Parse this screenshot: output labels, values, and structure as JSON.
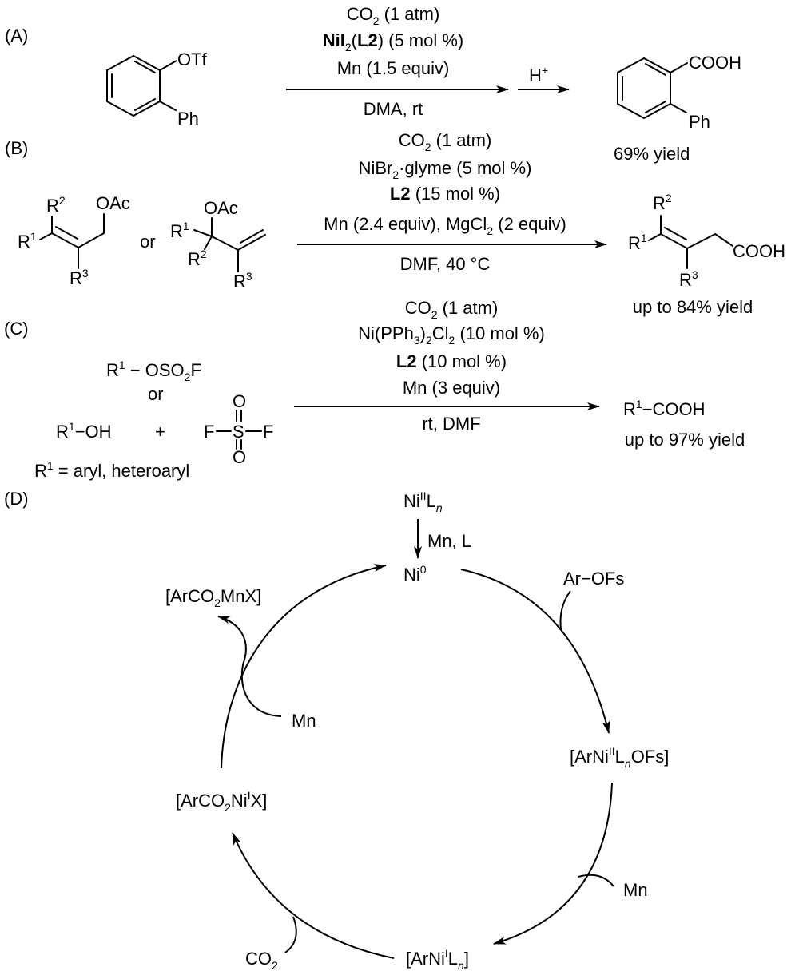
{
  "panel_a": {
    "label": [
      [
        "(A)"
      ]
    ],
    "reactant": {
      "otf": [
        [
          "OTf"
        ]
      ],
      "ph": [
        [
          "Ph"
        ]
      ]
    },
    "conditions_above": [
      [
        [
          "CO"
        ],
        [
          "2",
          "sub"
        ],
        [
          " (1 atm)"
        ]
      ],
      [
        [
          "NiI",
          "b"
        ],
        [
          "2",
          "sub"
        ],
        [
          "("
        ],
        [
          "L2",
          "b"
        ],
        [
          ") (5 mol %)"
        ]
      ],
      [
        [
          "Mn (1.5 equiv)"
        ]
      ]
    ],
    "conditions_below": [
      [
        "DMA, rt"
      ]
    ],
    "acid_workup": [
      [
        "H"
      ],
      [
        "+",
        "sup"
      ]
    ],
    "product": {
      "cooh": [
        [
          "COOH"
        ]
      ],
      "ph": [
        [
          "Ph"
        ]
      ],
      "yield": [
        [
          "69% yield"
        ]
      ]
    }
  },
  "panel_b": {
    "label": [
      [
        "(B)"
      ]
    ],
    "reactant_1": {
      "r2": [
        [
          "R"
        ],
        [
          "2",
          "sup"
        ]
      ],
      "r1": [
        [
          "R"
        ],
        [
          "1",
          "sup"
        ]
      ],
      "r3": [
        [
          "R"
        ],
        [
          "3",
          "sup"
        ]
      ],
      "oac": [
        [
          "OAc"
        ]
      ]
    },
    "or": [
      [
        "or"
      ]
    ],
    "reactant_2": {
      "oac": [
        [
          "OAc"
        ]
      ],
      "r1": [
        [
          "R"
        ],
        [
          "1",
          "sup"
        ]
      ],
      "r2": [
        [
          "R"
        ],
        [
          "2",
          "sup"
        ]
      ],
      "r3": [
        [
          "R"
        ],
        [
          "3",
          "sup"
        ]
      ]
    },
    "conditions_above": [
      [
        [
          "CO"
        ],
        [
          "2",
          "sub"
        ],
        [
          " (1 atm)"
        ]
      ],
      [
        [
          "NiBr"
        ],
        [
          "2",
          "sub"
        ],
        [
          "·glyme (5 mol %)"
        ]
      ],
      [
        [
          "L2",
          "b"
        ],
        [
          " (15 mol %)"
        ]
      ],
      [
        [
          "Mn (2.4 equiv), MgCl"
        ],
        [
          "2",
          "sub"
        ],
        [
          " (2 equiv)"
        ]
      ]
    ],
    "conditions_below": [
      [
        "DMF, 40 °C"
      ]
    ],
    "product": {
      "r2": [
        [
          "R"
        ],
        [
          "2",
          "sup"
        ]
      ],
      "r1": [
        [
          "R"
        ],
        [
          "1",
          "sup"
        ]
      ],
      "r3": [
        [
          "R"
        ],
        [
          "3",
          "sup"
        ]
      ],
      "cooh": [
        [
          "COOH"
        ]
      ],
      "yield": [
        [
          "up to 84% yield"
        ]
      ]
    }
  },
  "panel_c": {
    "label": [
      [
        "(C)"
      ]
    ],
    "fluorosulfate": [
      [
        "R"
      ],
      [
        "1",
        "sup"
      ],
      [
        " − OSO"
      ],
      [
        "2",
        "sub"
      ],
      [
        "F"
      ]
    ],
    "or": [
      [
        "or"
      ]
    ],
    "phenol": [
      [
        "R"
      ],
      [
        "1",
        "sup"
      ],
      [
        "−OH"
      ]
    ],
    "plus": [
      [
        "+"
      ]
    ],
    "so2f2": {
      "f_left": [
        [
          "F"
        ]
      ],
      "s": [
        [
          "S"
        ]
      ],
      "f_right": [
        [
          "F"
        ]
      ],
      "o_top": [
        [
          "O"
        ]
      ],
      "o_bottom": [
        [
          "O"
        ]
      ]
    },
    "r_definition": [
      [
        "R"
      ],
      [
        "1",
        "sup"
      ],
      [
        " = aryl, heteroaryl"
      ]
    ],
    "conditions_above": [
      [
        [
          "CO"
        ],
        [
          "2",
          "sub"
        ],
        [
          " (1 atm)"
        ]
      ],
      [
        [
          "Ni(PPh"
        ],
        [
          "3",
          "sub"
        ],
        [
          ")"
        ],
        [
          "2",
          "sub"
        ],
        [
          "Cl"
        ],
        [
          "2",
          "sub"
        ],
        [
          " (10 mol %)"
        ]
      ],
      [
        [
          "L2",
          "b"
        ],
        [
          " (10 mol %)"
        ]
      ],
      [
        [
          "Mn (3 equiv)"
        ]
      ]
    ],
    "conditions_below": [
      [
        "rt, DMF"
      ]
    ],
    "product": [
      [
        "R"
      ],
      [
        "1",
        "sup"
      ],
      [
        "−COOH"
      ]
    ],
    "yield": [
      [
        "up to 97% yield"
      ]
    ]
  },
  "panel_d": {
    "label": [
      [
        "(D)"
      ]
    ],
    "precatalyst": [
      [
        "Ni"
      ],
      [
        "II",
        "sup"
      ],
      [
        "L"
      ],
      [
        "n",
        "isub"
      ]
    ],
    "activation": [
      [
        "Mn, L"
      ]
    ],
    "ni0": [
      [
        "Ni"
      ],
      [
        "0",
        "sup"
      ]
    ],
    "substrate": [
      [
        "Ar−OFs"
      ]
    ],
    "oxidative_addition": [
      [
        "[ArNi"
      ],
      [
        "II",
        "sup"
      ],
      [
        "L"
      ],
      [
        "n",
        "isub"
      ],
      [
        "OFs]"
      ]
    ],
    "reductant_1": [
      [
        "Mn"
      ]
    ],
    "ni_i_aryl": [
      [
        "[ArNi"
      ],
      [
        "I",
        "sup"
      ],
      [
        "L"
      ],
      [
        "n",
        "isub"
      ],
      [
        "]"
      ]
    ],
    "co2": [
      [
        "CO"
      ],
      [
        "2",
        "sub"
      ]
    ],
    "carboxylate_ni": [
      [
        "[ArCO"
      ],
      [
        "2",
        "sub"
      ],
      [
        "Ni"
      ],
      [
        "I",
        "sup"
      ],
      [
        "X]"
      ]
    ],
    "reductant_2": [
      [
        "Mn"
      ]
    ],
    "carboxylate_mn": [
      [
        "[ArCO"
      ],
      [
        "2",
        "sub"
      ],
      [
        "MnX]"
      ]
    ]
  }
}
